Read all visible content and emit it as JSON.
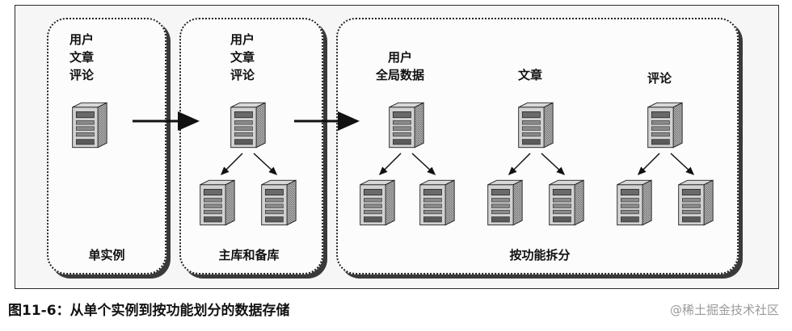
{
  "panels": [
    {
      "id": "single",
      "title_lines": [
        "用户",
        "文章",
        "评论"
      ],
      "footer": "单实例"
    },
    {
      "id": "master",
      "title_lines": [
        "用户",
        "文章",
        "评论"
      ],
      "footer": "主库和备库"
    },
    {
      "id": "split",
      "footer": "按功能拆分",
      "groups": [
        {
          "title_lines": [
            "用户",
            "全局数据"
          ]
        },
        {
          "title_lines": [
            "文章"
          ]
        },
        {
          "title_lines": [
            "评论"
          ]
        }
      ]
    }
  ],
  "caption": "图11-6：从单个实例到按功能划分的数据存储",
  "watermark": "@稀土掘金技术社区",
  "icons": [
    "server-icon"
  ]
}
